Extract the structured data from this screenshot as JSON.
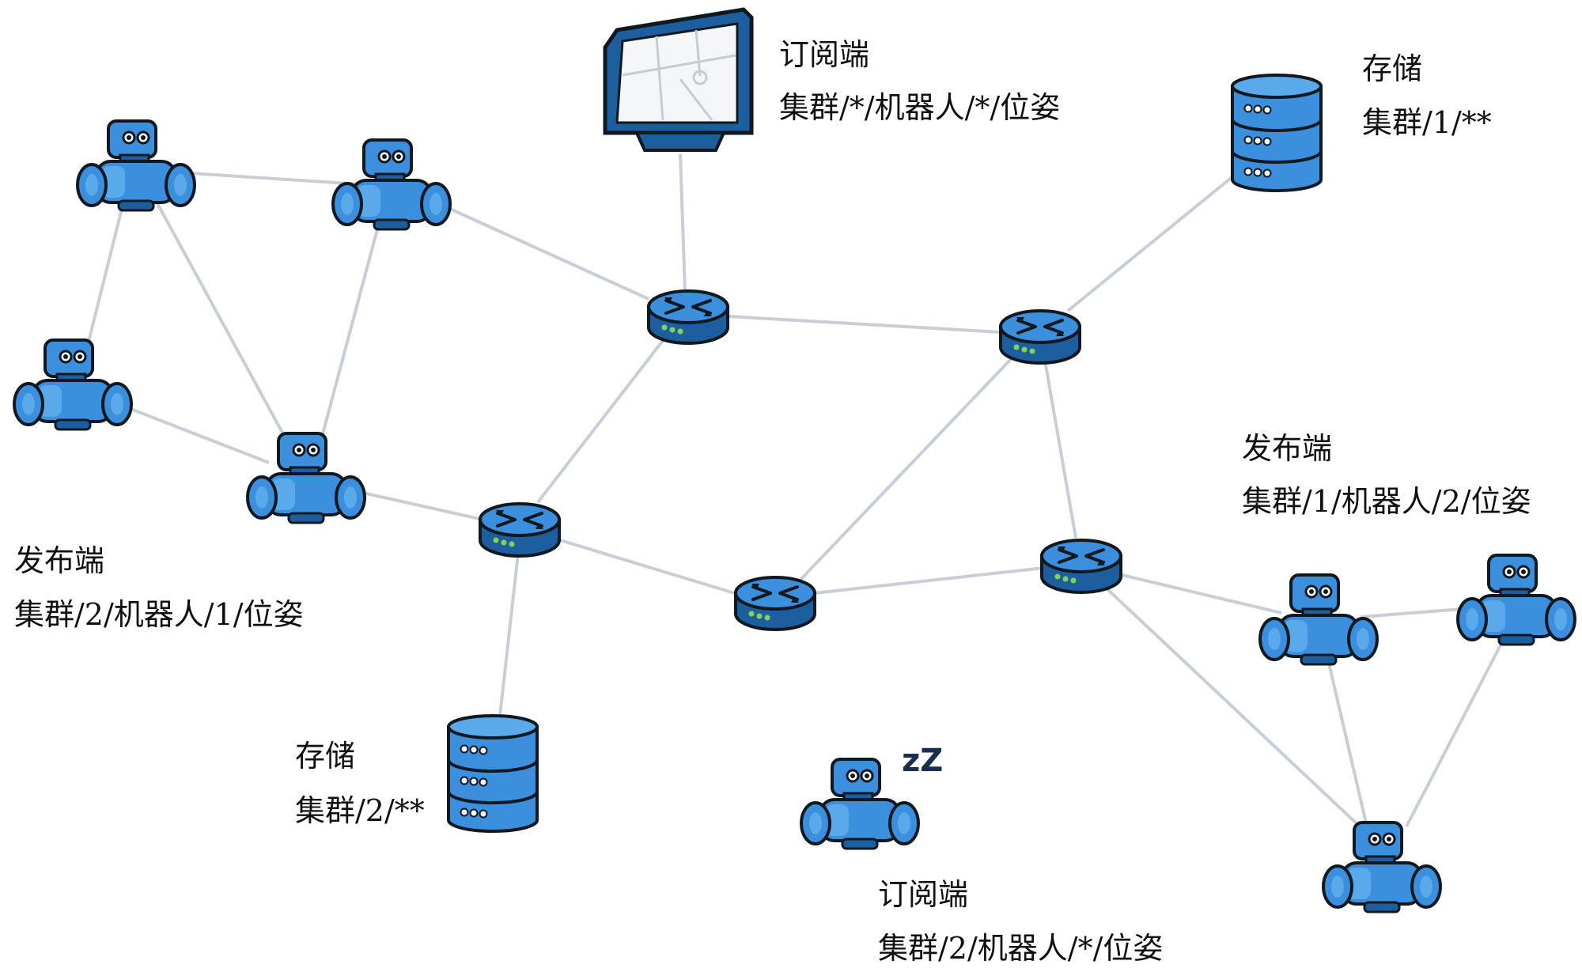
{
  "colors": {
    "device_fill": "#3b8fdc",
    "device_fill_light": "#5aa9ea",
    "device_dark": "#1d5f9e",
    "outline": "#101820",
    "link": "#c9cdd6",
    "led": "#7fd35a",
    "text": "#111111"
  },
  "labels": {
    "subscriber_top": {
      "role": "订阅端",
      "topic": "集群/*/机器人/*/位姿"
    },
    "storage_top": {
      "role": "存储",
      "topic": "集群/1/**"
    },
    "publisher_right": {
      "role": "发布端",
      "topic": "集群/1/机器人/2/位姿"
    },
    "publisher_left": {
      "role": "发布端",
      "topic": "集群/2/机器人/1/位姿"
    },
    "storage_bottom": {
      "role": "存储",
      "topic": "集群/2/**"
    },
    "subscriber_bottom": {
      "role": "订阅端",
      "topic": "集群/2/机器人/*/位姿"
    },
    "sleep_mark": "zZ"
  },
  "icons": {
    "robot": "robot-icon",
    "router": "router-icon",
    "database": "database-icon",
    "monitor": "monitor-icon",
    "sleep": "sleep-icon"
  }
}
